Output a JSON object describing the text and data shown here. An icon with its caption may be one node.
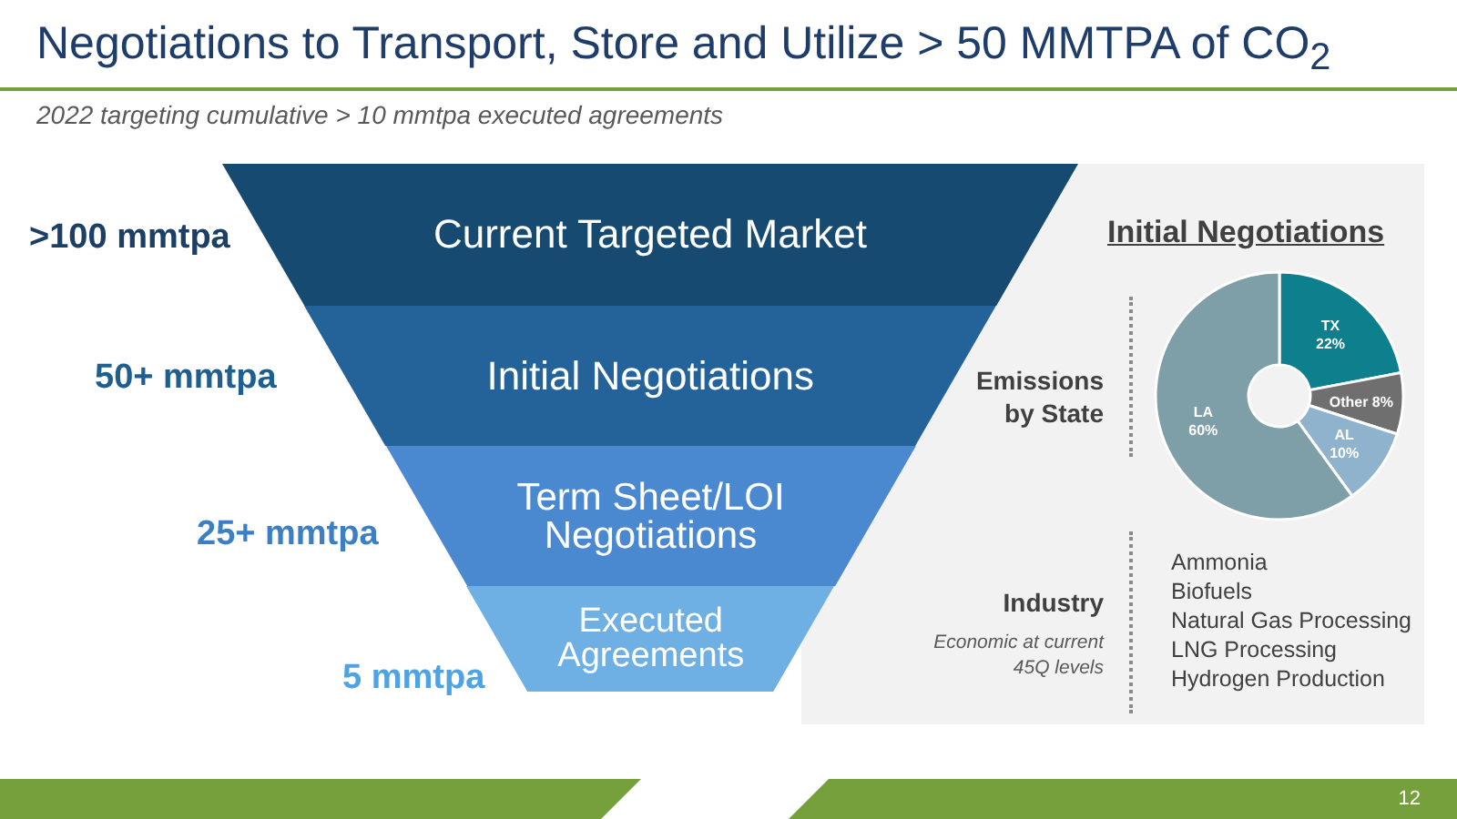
{
  "diagram": {
    "title": "Negotiations to Transport, Store and Utilize > 50 MMTPA of CO$_{2}$",
    "nodes": [
      {
        "text": [
          "Current Targeted Market"
        ]
      },
      {
        "text": [
          "Initial Negotiations"
        ]
      },
      {
        "text": [
          "Term Sheet/LOI Negotiations"
        ]
      },
      {
        "text": [
          "Executed Agreements"
        ]
      }
    ],
    "labels": [
      "2022 targeting cumulative > 10 mmtpa executed agreements",
      ">100 mmtpa",
      "50+ mmtpa",
      "25+ mmtpa",
      "5 mmtpa",
      "Initial Negotiations",
      "Emissions by State",
      "Industry",
      "Economic at current 45Q levels",
      "Ammonia",
      "Biofuels",
      "Natural Gas Processing",
      "LNG Processing",
      "Hydrogen Production",
      "12"
    ],
    "chart_data": {
      "type": "donut",
      "categories": [
        "TX",
        "Other",
        "AL",
        "LA"
      ],
      "series": [
        {
          "values": [
            22,
            8,
            10,
            60
          ]
        }
      ],
      "colors": [
        "#0e7f8c",
        "#6f6f6f",
        "#8fb3cc",
        "#7f9fa8"
      ],
      "value_labels": [
        "22%",
        "8%",
        "10%",
        "60%"
      ]
    }
  }
}
